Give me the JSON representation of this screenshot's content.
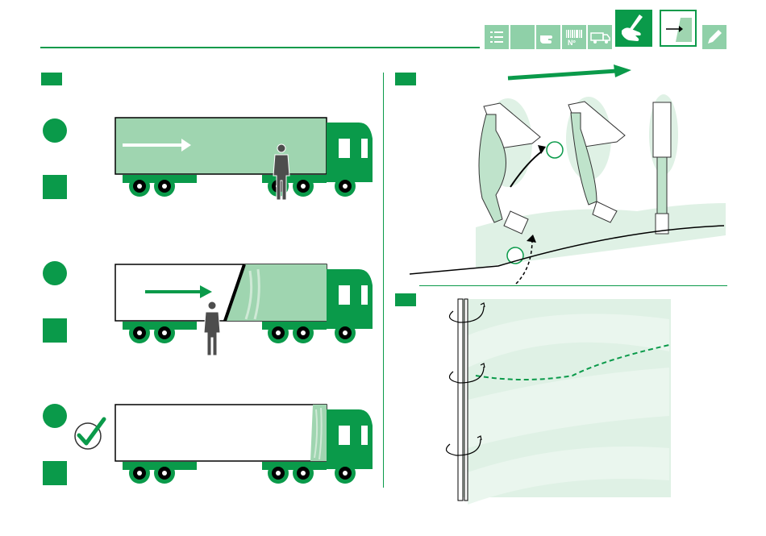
{
  "colors": {
    "brand_green": "#0a9a4a",
    "light_green": "#9fd5b0",
    "pale_green": "#dff1e5",
    "dark_figure": "#4d4d4d"
  },
  "header": {
    "icons": [
      {
        "name": "list-icon"
      },
      {
        "name": "blank-icon"
      },
      {
        "name": "pointing-hand-icon"
      },
      {
        "name": "barcode-icon",
        "label": "Nº"
      },
      {
        "name": "truck-icon"
      },
      {
        "name": "hand-pen-icon",
        "selected": true
      },
      {
        "name": "arrow-into-panel-icon",
        "selected": true
      },
      {
        "name": "pencil-icon"
      }
    ]
  },
  "left_panel": {
    "steps": [
      {
        "name": "step-1",
        "status": "curtain-closed"
      },
      {
        "name": "step-2",
        "status": "curtain-opening"
      },
      {
        "name": "step-3",
        "status": "curtain-open",
        "check": true
      }
    ]
  },
  "right_panel": {
    "top_section": {
      "name": "strap-detail"
    },
    "bottom_section": {
      "name": "curtain-folding-detail"
    }
  }
}
